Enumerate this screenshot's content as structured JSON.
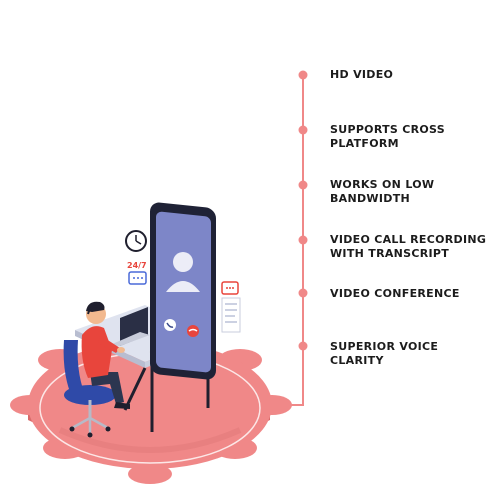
{
  "accent_color": "#f08888",
  "illustration": {
    "badge_24_7": "24/7",
    "icons": [
      "clock-icon",
      "chat-bubble-icon",
      "document-icon",
      "gear-platform-icon",
      "phone-hangup-icon",
      "phone-answer-icon",
      "caller-avatar-icon"
    ]
  },
  "features": [
    {
      "label": "HD VIDEO"
    },
    {
      "label": "SUPPORTS CROSS\nPLATFORM"
    },
    {
      "label": "WORKS ON LOW\nBANDWIDTH"
    },
    {
      "label": "VIDEO CALL RECORDING\nWITH TRANSCRIPT"
    },
    {
      "label": "VIDEO CONFERENCE"
    },
    {
      "label": "SUPERIOR VOICE\nCLARITY"
    }
  ]
}
